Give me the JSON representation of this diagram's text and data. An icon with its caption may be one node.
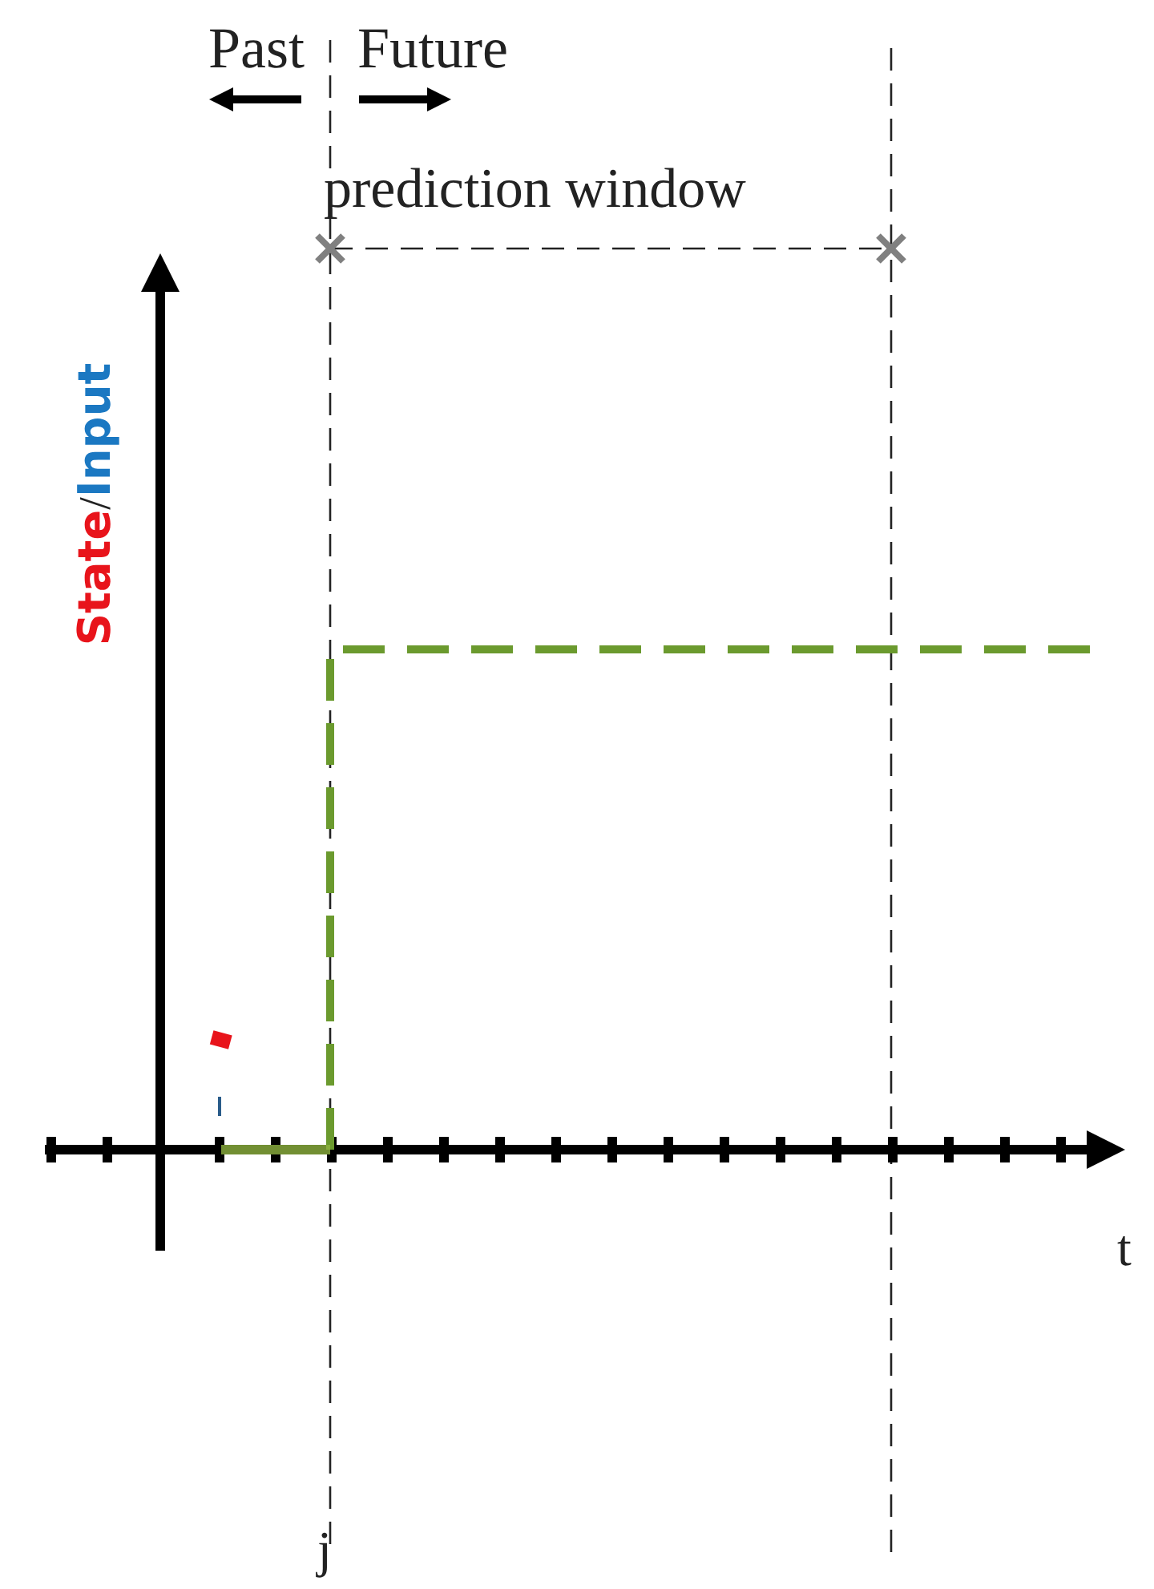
{
  "diagram": {
    "labels": [
      "Past",
      "Future",
      "prediction window",
      "State",
      "/",
      "Input",
      "t",
      "j"
    ]
  }
}
